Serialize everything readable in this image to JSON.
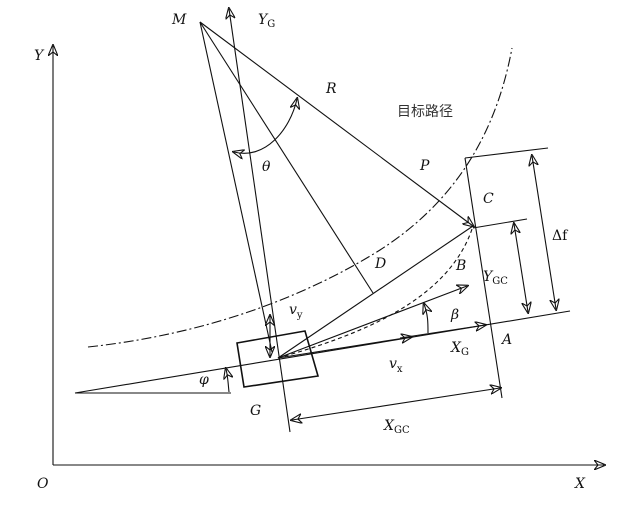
{
  "title": "Vehicle path tracking geometry",
  "axes": {
    "origin": "O",
    "x": "X",
    "y": "Y"
  },
  "points": {
    "M": "M",
    "P": "P",
    "C": "C",
    "D": "D",
    "B": "B",
    "A": "A",
    "G": "G"
  },
  "labels": {
    "R": "R",
    "target_path": "目标路径",
    "theta": "θ",
    "beta": "β",
    "phi": "φ",
    "delta_f": "Δf",
    "vx_main": "v",
    "vx_sub": "x",
    "vy_main": "v",
    "vy_sub": "y",
    "YG_main": "Y",
    "YG_sub": "G",
    "XG_main": "X",
    "XG_sub": "G",
    "YGC_main": "Y",
    "YGC_sub": "GC",
    "XGC_main": "X",
    "XGC_sub": "GC"
  }
}
